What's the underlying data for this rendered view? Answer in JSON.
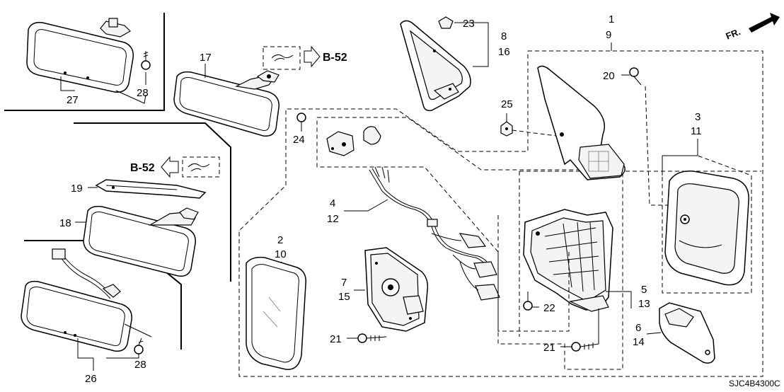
{
  "direction_label": "FR.",
  "catalog_code": "SJC4B4300C",
  "reference_labels": {
    "top": "B-52",
    "left": "B-52"
  },
  "callouts": {
    "c1": "1",
    "c9": "9",
    "c2": "2",
    "c10": "10",
    "c3": "3",
    "c11": "11",
    "c4": "4",
    "c12": "12",
    "c5": "5",
    "c13": "13",
    "c6": "6",
    "c14": "14",
    "c7": "7",
    "c15": "15",
    "c8": "8",
    "c16": "16",
    "c17": "17",
    "c18": "18",
    "c19": "19",
    "c20": "20",
    "c21a": "21",
    "c21b": "21",
    "c22": "22",
    "c23": "23",
    "c24": "24",
    "c25": "25",
    "c26": "26",
    "c27": "27",
    "c28a": "28",
    "c28b": "28"
  }
}
